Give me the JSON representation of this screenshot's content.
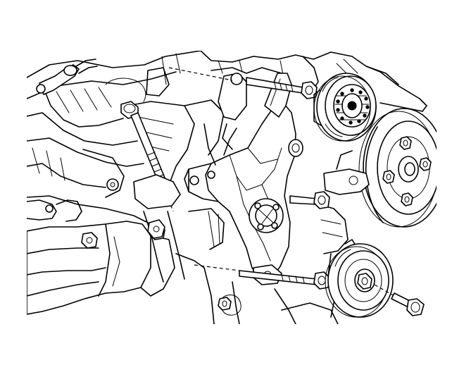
{
  "diagram": {
    "kind": "engine-accessory-bracket-exploded-line-drawing",
    "ink_color": "#000000",
    "background_color": "#ffffff",
    "components": [
      {
        "name": "engine-block"
      },
      {
        "name": "accessory-bracket"
      },
      {
        "name": "upper-idler-pulley"
      },
      {
        "name": "lower-idler-pulley"
      },
      {
        "name": "hub-pulley"
      },
      {
        "name": "long-bolt"
      },
      {
        "name": "bracket-bolts"
      },
      {
        "name": "exhaust-manifold"
      }
    ]
  }
}
